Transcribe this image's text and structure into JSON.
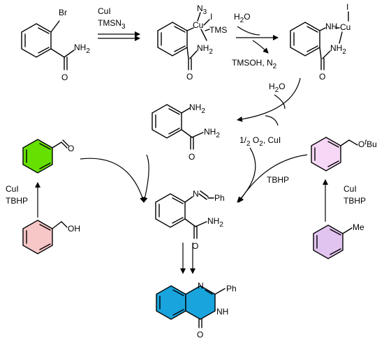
{
  "colors": {
    "ring_green": "#66e000",
    "ring_pink": "#f7c6c6",
    "ring_lilac": "#f6d8f6",
    "ring_purple": "#e2c4f0",
    "ring_blue": "#1aa4dd"
  },
  "reagents": {
    "step1_a": "CuI",
    "step1_b": "TMSN",
    "step1_b_sub": "3",
    "step2_water": "H",
    "step2_water_sub": "2",
    "step2_water_tail": "O",
    "step2_byproduct_a": "TMSOH, N",
    "step2_byproduct_sub": "2",
    "step3_water": "H",
    "step3_water_sub": "2",
    "step3_water_tail": "O",
    "step3_ox_pre": "1/",
    "step3_ox_sub": "2",
    "step3_ox_tail": " O",
    "step3_ox_sub2": "2",
    "step3_ox_cat": ", CuI",
    "left_oxid_a": "CuI",
    "left_oxid_b": "TBHP",
    "right_oxid_a": "CuI",
    "right_oxid_b": "TBHP",
    "right_tbhp": "TBHP"
  },
  "atoms": {
    "br": "Br",
    "nh2": "NH",
    "nh2_sub": "2",
    "o": "O",
    "n3": "N",
    "n3_sub": "3",
    "i": "I",
    "cu": "Cu",
    "tms": "TMS",
    "nh": "NH",
    "h": "H",
    "n": "N",
    "ph": "Ph",
    "oh": "OH",
    "ot_o": "O",
    "ot_t": "t",
    "ot_bu": "Bu",
    "me": "Me"
  }
}
